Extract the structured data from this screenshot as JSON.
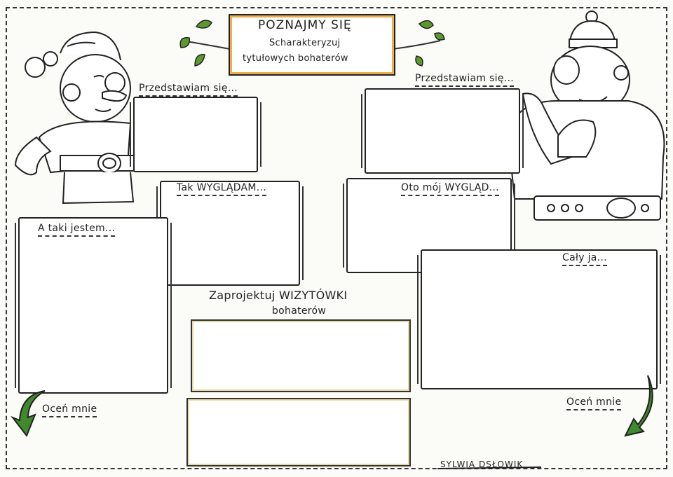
{
  "header": {
    "title": "POZNAJMY SIĘ",
    "subtitle_line1": "Scharakteryzuj",
    "subtitle_line2": "tytułowych bohaterów"
  },
  "left_hero": {
    "intro_label": "Przedstawiam się...",
    "looks_label": "Tak WYGLĄDAM...",
    "character_label": "A taki jestem...",
    "rate_label": "Oceń mnie"
  },
  "right_hero": {
    "intro_label": "Przedstawiam się...",
    "looks_label": "Oto mój WYGLĄD...",
    "character_label": "Cały ja...",
    "rate_label": "Oceń mnie"
  },
  "cards": {
    "title_line1": "Zaprojektuj WIZYTÓWKI",
    "title_line2": "bohaterów"
  },
  "signature": "SYLWIA DSŁOWIK",
  "colors": {
    "leaf_green": "#5c9a2e",
    "arrow_green": "#3f8a2c",
    "wood_orange": "#e9b04d",
    "ink": "#222222"
  }
}
